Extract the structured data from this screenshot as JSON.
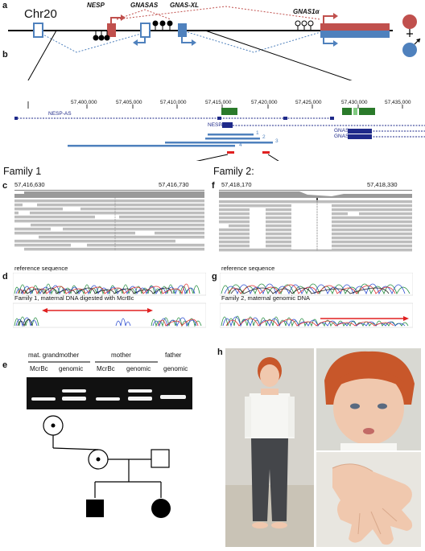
{
  "panels": {
    "a": "a",
    "b": "b",
    "c": "c",
    "d": "d",
    "e": "e",
    "f": "f",
    "g": "g",
    "h": "h"
  },
  "panel_a": {
    "chromosome": "Chr20",
    "genes": [
      "NESP",
      "GNASAS",
      "GNAS-XL",
      "GNAS1α"
    ]
  },
  "panel_b": {
    "coordinates": [
      "57,400,000",
      "57,405,000",
      "57,410,000",
      "57,415,000",
      "57,420,000",
      "57,425,000",
      "57,430,000",
      "57,435,000"
    ],
    "track_labels": {
      "nesp_as": "NESP-AS",
      "nesp": "NESP",
      "gnas_1": "GNAS",
      "gnas_2": "GNAS"
    },
    "deletion_numbers": [
      "1",
      "2",
      "3",
      "4"
    ]
  },
  "family_labels": {
    "family1": "Family 1",
    "family2": "Family 2:"
  },
  "panel_c": {
    "start": "57,416,630",
    "end": "57,416,730"
  },
  "panel_f": {
    "start": "57,418,170",
    "end": "57,418,330"
  },
  "panel_d": {
    "reference": "reference sequence",
    "sample": "Family 1, maternal DNA digested with McrBc"
  },
  "panel_g": {
    "reference": "reference sequence",
    "sample": "Family 2, maternal genomic DNA"
  },
  "panel_e": {
    "groups": [
      "mat. grandmother",
      "mother",
      "father"
    ],
    "lanes": [
      "McrBc",
      "genomic",
      "McrBc",
      "genomic",
      "genomic"
    ]
  },
  "colors": {
    "maternal": "#c0504d",
    "paternal": "#4f81bd",
    "track_blue": "#1f2a8a",
    "exon_green": "#2a7a2a"
  }
}
